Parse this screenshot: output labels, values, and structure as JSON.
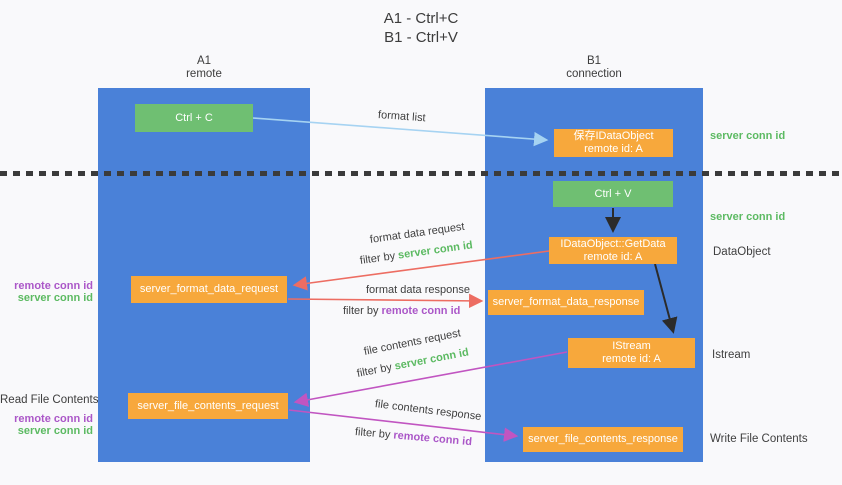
{
  "title": {
    "line1": "A1 - Ctrl+C",
    "line2": "B1 - Ctrl+V"
  },
  "columns": {
    "a": {
      "id": "A1",
      "role": "remote"
    },
    "b": {
      "id": "B1",
      "role": "connection"
    }
  },
  "nodes": {
    "ctrl_c": "Ctrl + C",
    "ctrl_v": "Ctrl + V",
    "save_idataobject": {
      "line1": "保存IDataObject",
      "line2": "remote id: A"
    },
    "getdata": {
      "line1": "IDataObject::GetData",
      "line2": "remote id: A"
    },
    "istream": {
      "line1": "IStream",
      "line2": "remote id: A"
    },
    "format_request": "server_format_data_request",
    "format_response": "server_format_data_response",
    "file_request": "server_file_contents_request",
    "file_response": "server_file_contents_response"
  },
  "arrow_labels": {
    "format_list": "format list",
    "format_data_request": "format data request",
    "format_data_request_filter": {
      "prefix": "filter by ",
      "key": "server conn id"
    },
    "format_data_response": "format data response",
    "format_data_response_filter": {
      "prefix": "filter by ",
      "key": "remote conn id"
    },
    "file_contents_request": "file contents request",
    "file_contents_request_filter": {
      "prefix": "filter by ",
      "key": "server conn id"
    },
    "file_contents_response": "file contents response",
    "file_contents_response_filter": {
      "prefix": "filter by ",
      "key": "remote conn id"
    }
  },
  "side_labels": {
    "right_server_conn_top": "server conn id",
    "right_server_conn_mid": "server conn id",
    "right_dataobject": "DataObject",
    "right_istream": "Istream",
    "right_write_file": "Write File Contents",
    "left_remote_conn_top": "remote conn id",
    "left_server_conn_top": "server conn id",
    "left_read_file": "Read File Contents",
    "left_remote_conn_bottom": "remote conn id",
    "left_server_conn_bottom": "server conn id"
  },
  "colors": {
    "background": "#f9f9fb",
    "lane_blue": "#4a81d8",
    "node_green": "#6fbf72",
    "node_orange": "#f7a83c",
    "id_green": "#5cba62",
    "id_purple": "#ab57c8",
    "arrow_light_blue": "#a6d3f2",
    "arrow_red": "#ed6d62",
    "arrow_magenta": "#c155c1",
    "arrow_black": "#2b2b2b",
    "divider_dark": "#3b3b3b",
    "text_dark": "#3d3d3d"
  }
}
